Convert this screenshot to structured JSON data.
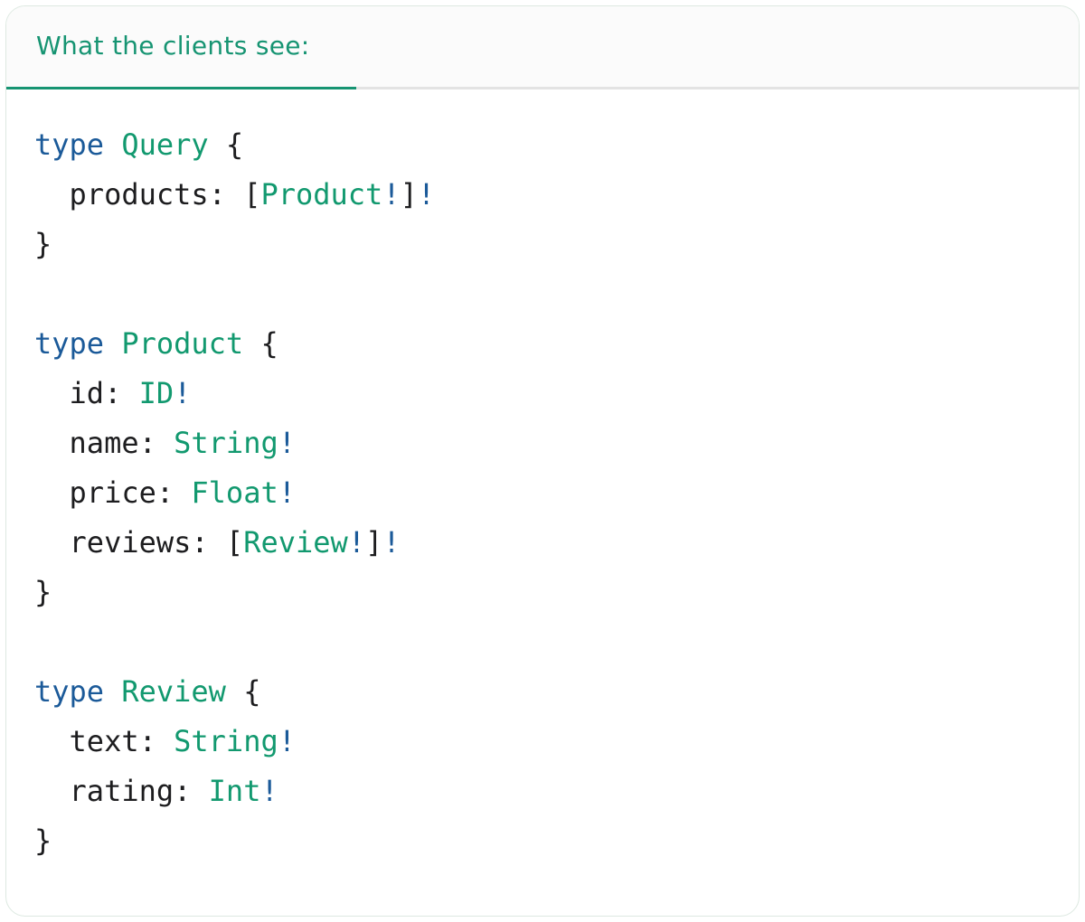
{
  "tab": {
    "label": "What the clients see:"
  },
  "colors": {
    "accent": "#169472",
    "tab_underline_inactive": "#e3e3e3",
    "tabbar_background": "#fbfbfb",
    "card_border": "#dde9e1",
    "syntax": {
      "keyword": "#1b5a99",
      "typename": "#12996f",
      "plain": "#1d1d1f",
      "nonnull": "#1b5a99"
    }
  },
  "code": {
    "lines": [
      [
        [
          "keyword",
          "type"
        ],
        [
          "plain",
          " "
        ],
        [
          "typename",
          "Query"
        ],
        [
          "plain",
          " {"
        ]
      ],
      [
        [
          "plain",
          "  products: ["
        ],
        [
          "typename",
          "Product"
        ],
        [
          "nonnull",
          "!"
        ],
        [
          "plain",
          "]"
        ],
        [
          "nonnull",
          "!"
        ]
      ],
      [
        [
          "plain",
          "}"
        ]
      ],
      [],
      [
        [
          "keyword",
          "type"
        ],
        [
          "plain",
          " "
        ],
        [
          "typename",
          "Product"
        ],
        [
          "plain",
          " {"
        ]
      ],
      [
        [
          "plain",
          "  id: "
        ],
        [
          "typename",
          "ID"
        ],
        [
          "nonnull",
          "!"
        ]
      ],
      [
        [
          "plain",
          "  name: "
        ],
        [
          "typename",
          "String"
        ],
        [
          "nonnull",
          "!"
        ]
      ],
      [
        [
          "plain",
          "  price: "
        ],
        [
          "typename",
          "Float"
        ],
        [
          "nonnull",
          "!"
        ]
      ],
      [
        [
          "plain",
          "  reviews: ["
        ],
        [
          "typename",
          "Review"
        ],
        [
          "nonnull",
          "!"
        ],
        [
          "plain",
          "]"
        ],
        [
          "nonnull",
          "!"
        ]
      ],
      [
        [
          "plain",
          "}"
        ]
      ],
      [],
      [
        [
          "keyword",
          "type"
        ],
        [
          "plain",
          " "
        ],
        [
          "typename",
          "Review"
        ],
        [
          "plain",
          " {"
        ]
      ],
      [
        [
          "plain",
          "  text: "
        ],
        [
          "typename",
          "String"
        ],
        [
          "nonnull",
          "!"
        ]
      ],
      [
        [
          "plain",
          "  rating: "
        ],
        [
          "typename",
          "Int"
        ],
        [
          "nonnull",
          "!"
        ]
      ],
      [
        [
          "plain",
          "}"
        ]
      ]
    ]
  }
}
